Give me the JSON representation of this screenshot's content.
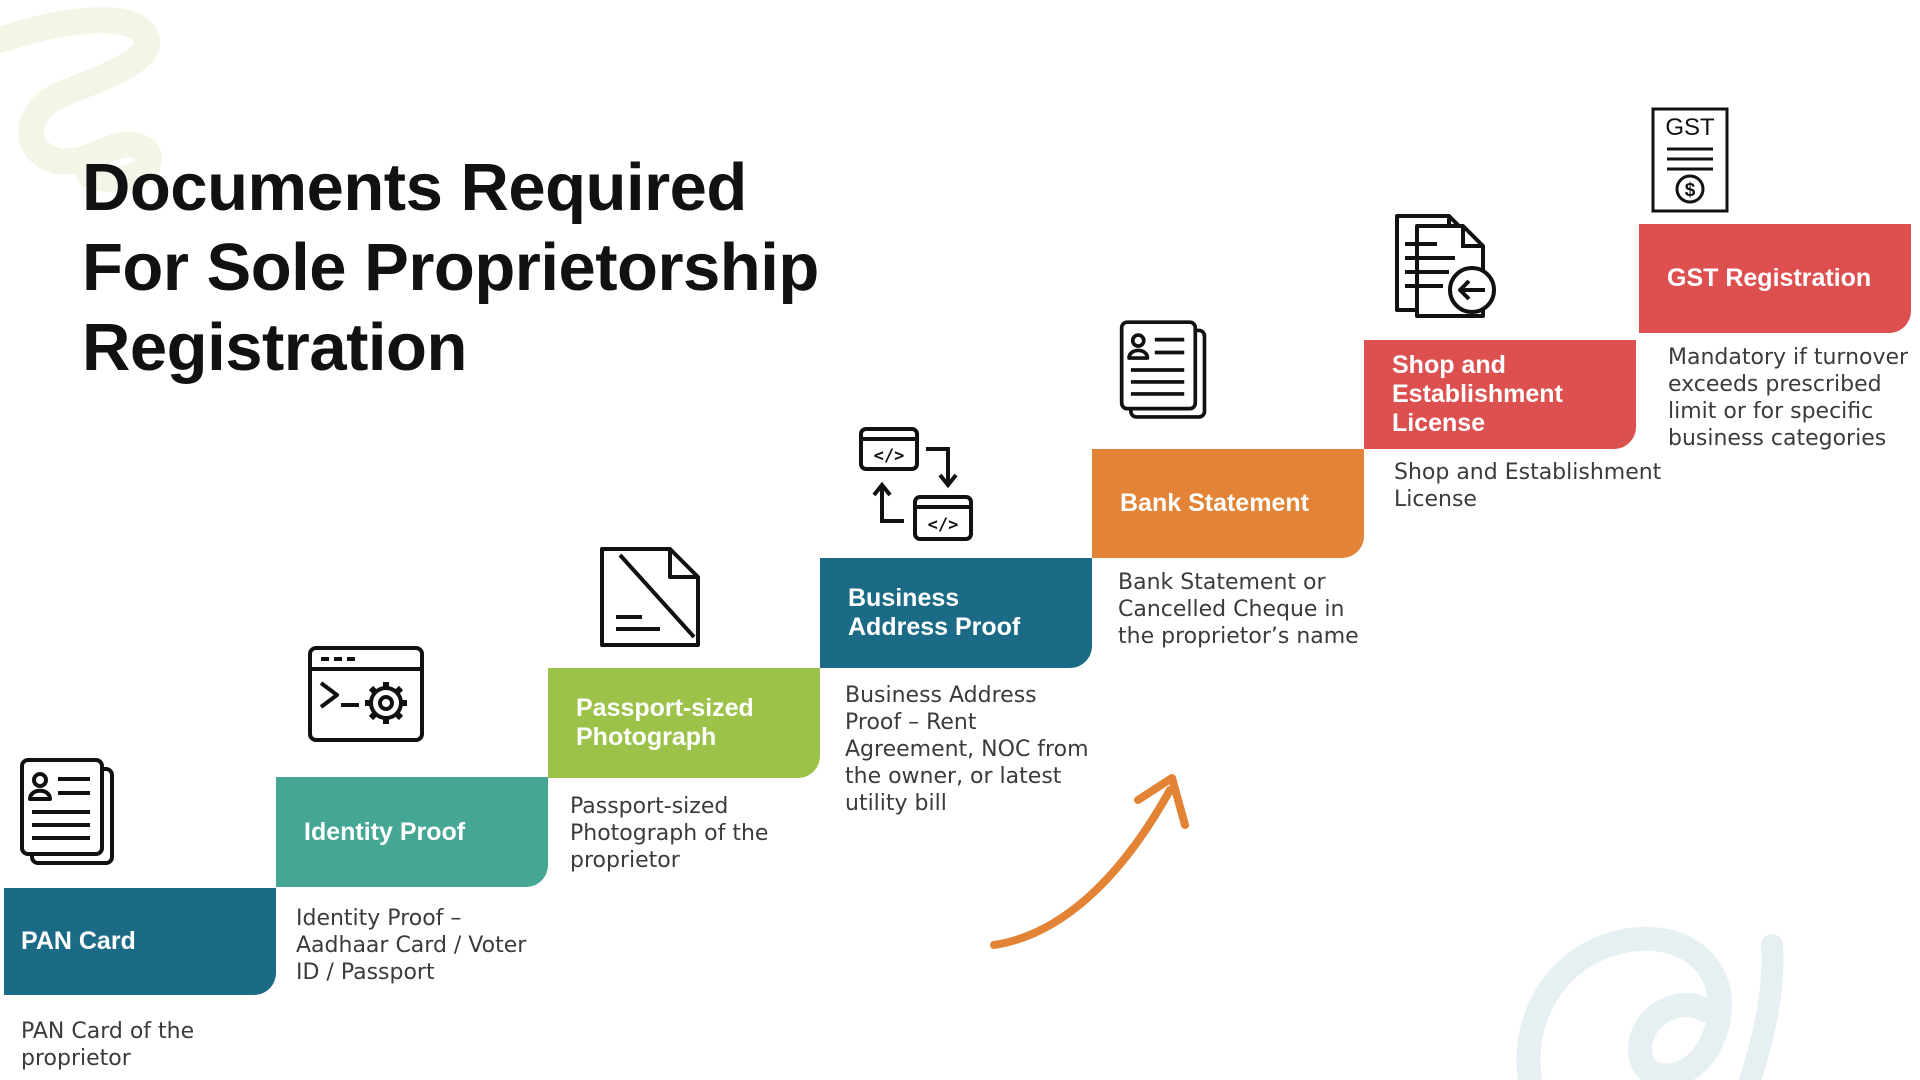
{
  "title": {
    "line1": "Documents Required",
    "line2": "For Sole Proprietorship",
    "line3": "Registration"
  },
  "colors": {
    "pan": "#1b6b86",
    "identity": "#45a693",
    "photo": "#9dc24a",
    "business": "#1b6b86",
    "bank": "#e28335",
    "shop": "#dd5050",
    "gst": "#de4f4f",
    "arrow": "#e28335"
  },
  "steps": [
    {
      "label": "PAN Card",
      "description": "PAN Card of the proprietor",
      "icon": "id-document-icon"
    },
    {
      "label": "Identity Proof",
      "description": "Identity Proof – Aadhaar Card / Voter ID / Passport",
      "icon": "terminal-gear-icon"
    },
    {
      "label": "Passport-sized\nPhotograph",
      "description": "Passport-sized Photograph of the proprietor",
      "icon": "document-icon"
    },
    {
      "label": "Business\nAddress Proof",
      "description": "Business Address Proof – Rent Agreement, NOC from the owner, or latest utility bill",
      "icon": "code-exchange-icon"
    },
    {
      "label": "Bank Statement",
      "description": "Bank Statement or Cancelled Cheque in the proprietor’s name",
      "icon": "id-document-icon"
    },
    {
      "label": "Shop and\nEstablishment\n License",
      "description": "Shop and Establishment License",
      "icon": "document-return-icon"
    },
    {
      "label": "GST Registration",
      "description": "Mandatory if turnover exceeds prescribed limit or for specific business categories",
      "icon": "gst-invoice-icon",
      "icon_text": "GST"
    }
  ]
}
